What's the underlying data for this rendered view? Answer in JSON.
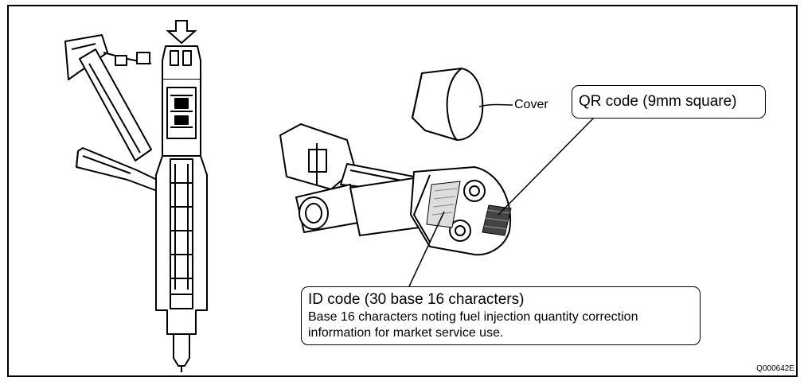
{
  "labels": {
    "cover": "Cover",
    "qr_code": "QR code (9mm square)",
    "id_code_title": "ID code (30 base 16 characters)",
    "id_code_desc_line1": "Base 16 characters noting fuel injection quantity correction",
    "id_code_desc_line2": "information for market service use.",
    "figure_code": "Q000642E"
  },
  "icons": {
    "arrow": "down-arrow-icon",
    "injector": "injector-cutaway-drawing",
    "connector": "injector-connector-drawing"
  }
}
